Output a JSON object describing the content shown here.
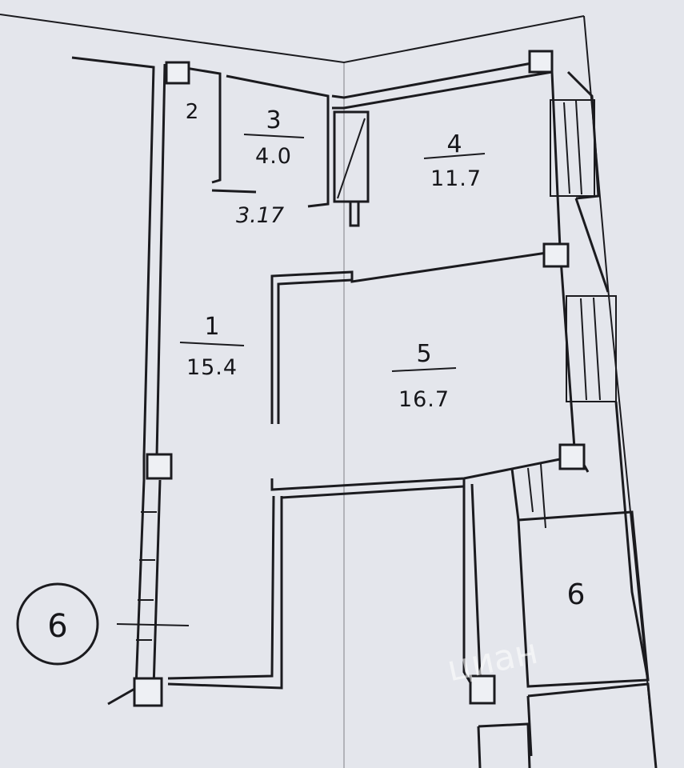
{
  "rooms": [
    {
      "number": "1",
      "area": "15.4"
    },
    {
      "number": "2",
      "area": ""
    },
    {
      "number": "3",
      "area": "4.0"
    },
    {
      "number": "4",
      "area": "11.7"
    },
    {
      "number": "5",
      "area": "16.7"
    },
    {
      "number": "6",
      "area": ""
    }
  ],
  "dimension_label": "3.17",
  "axis_marker": "6",
  "watermark": "циан"
}
